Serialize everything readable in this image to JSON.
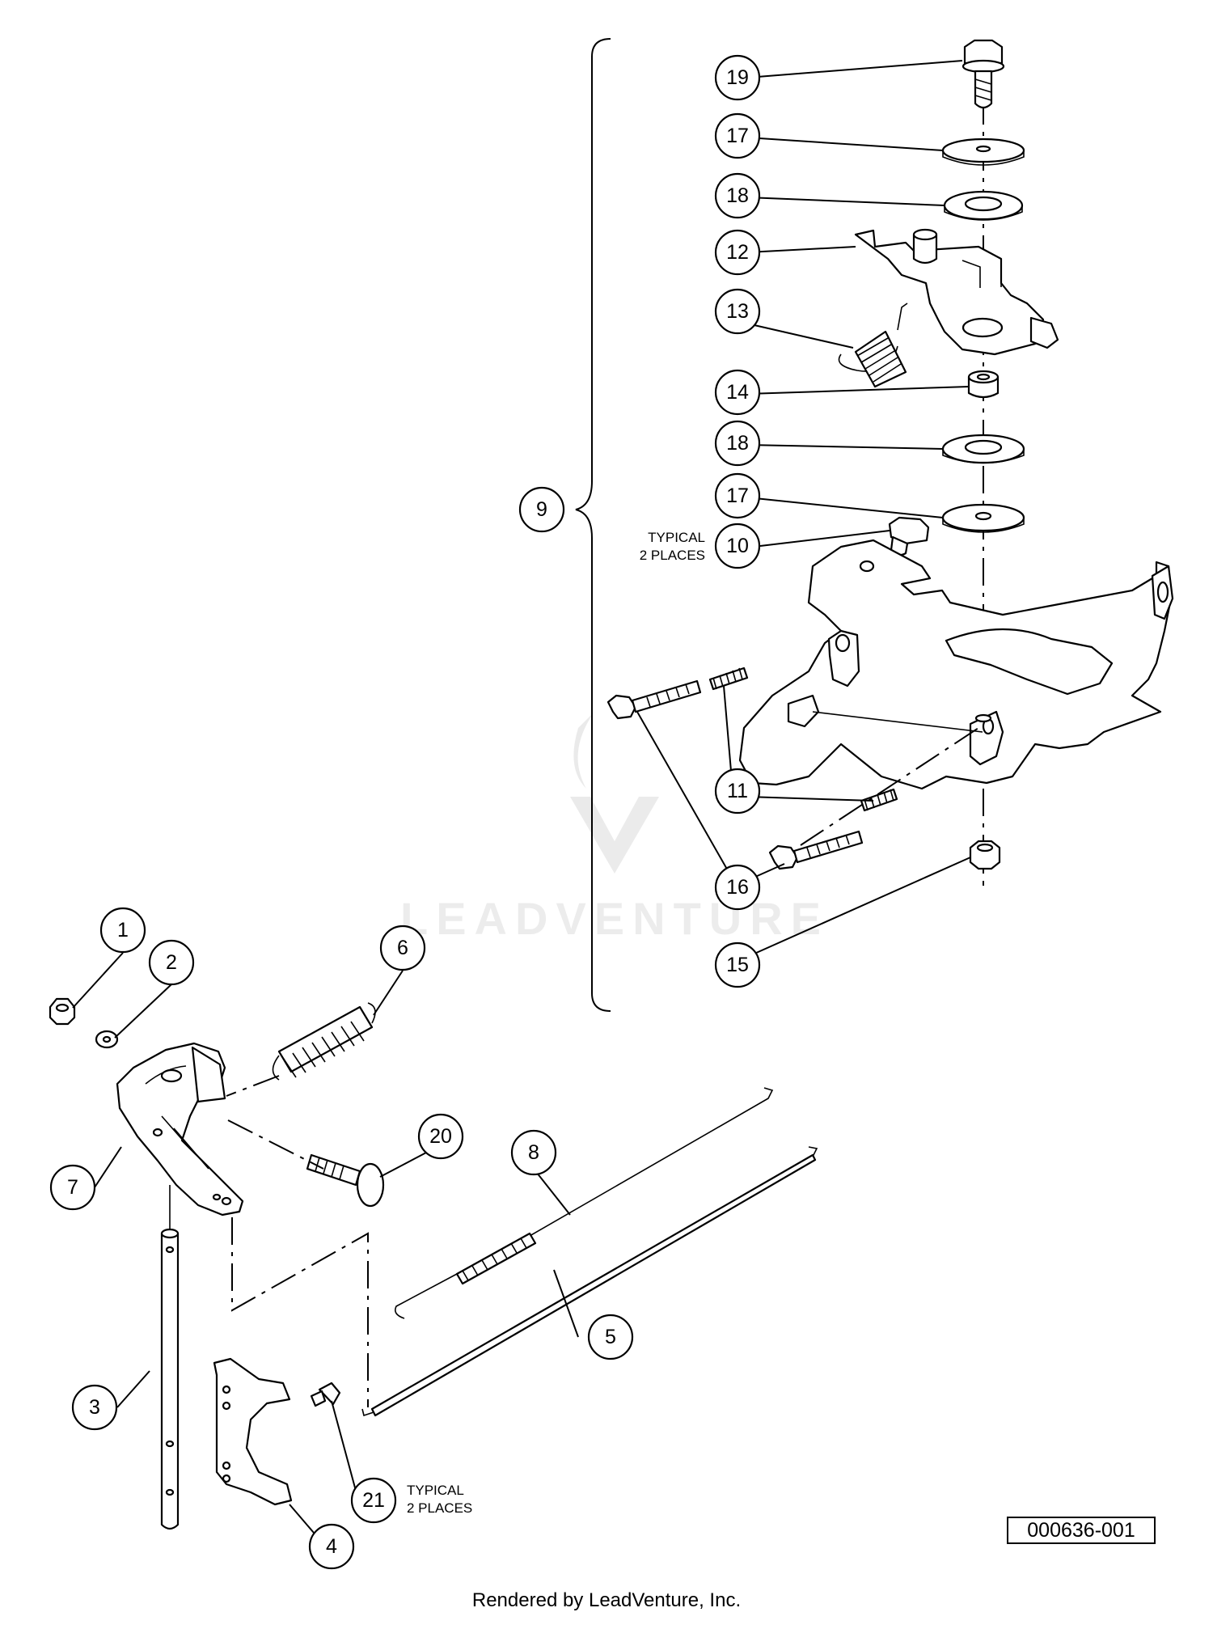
{
  "callouts": [
    {
      "label": "1"
    },
    {
      "label": "2"
    },
    {
      "label": "3"
    },
    {
      "label": "4"
    },
    {
      "label": "5"
    },
    {
      "label": "6"
    },
    {
      "label": "7"
    },
    {
      "label": "8"
    },
    {
      "label": "9"
    },
    {
      "label": "10"
    },
    {
      "label": "11"
    },
    {
      "label": "12"
    },
    {
      "label": "13"
    },
    {
      "label": "14"
    },
    {
      "label": "15"
    },
    {
      "label": "16"
    },
    {
      "label": "17"
    },
    {
      "label": "17"
    },
    {
      "label": "18"
    },
    {
      "label": "18"
    },
    {
      "label": "19"
    },
    {
      "label": "20"
    },
    {
      "label": "21"
    }
  ],
  "notes": {
    "typical_10_line1": "TYPICAL",
    "typical_10_line2": "2 PLACES",
    "typical_21_line1": "TYPICAL",
    "typical_21_line2": "2 PLACES"
  },
  "watermark": "LEADVENTURE",
  "doc_number": "000636-001",
  "footer": "Rendered by LeadVenture, Inc."
}
